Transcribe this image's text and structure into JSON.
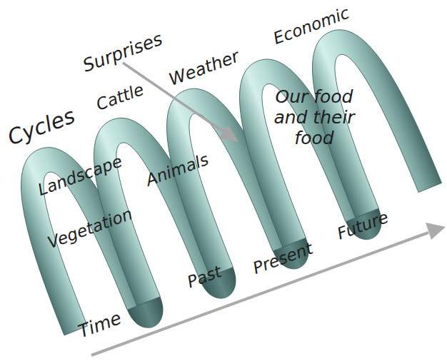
{
  "diagram": {
    "labels": [
      "Surprises",
      "Economic",
      "Cycles",
      "Cattle",
      "Weather",
      "Our food and their food",
      "Landscape",
      "Animals",
      "Vegetation",
      "Past",
      "Present",
      "Future",
      "Time"
    ]
  }
}
